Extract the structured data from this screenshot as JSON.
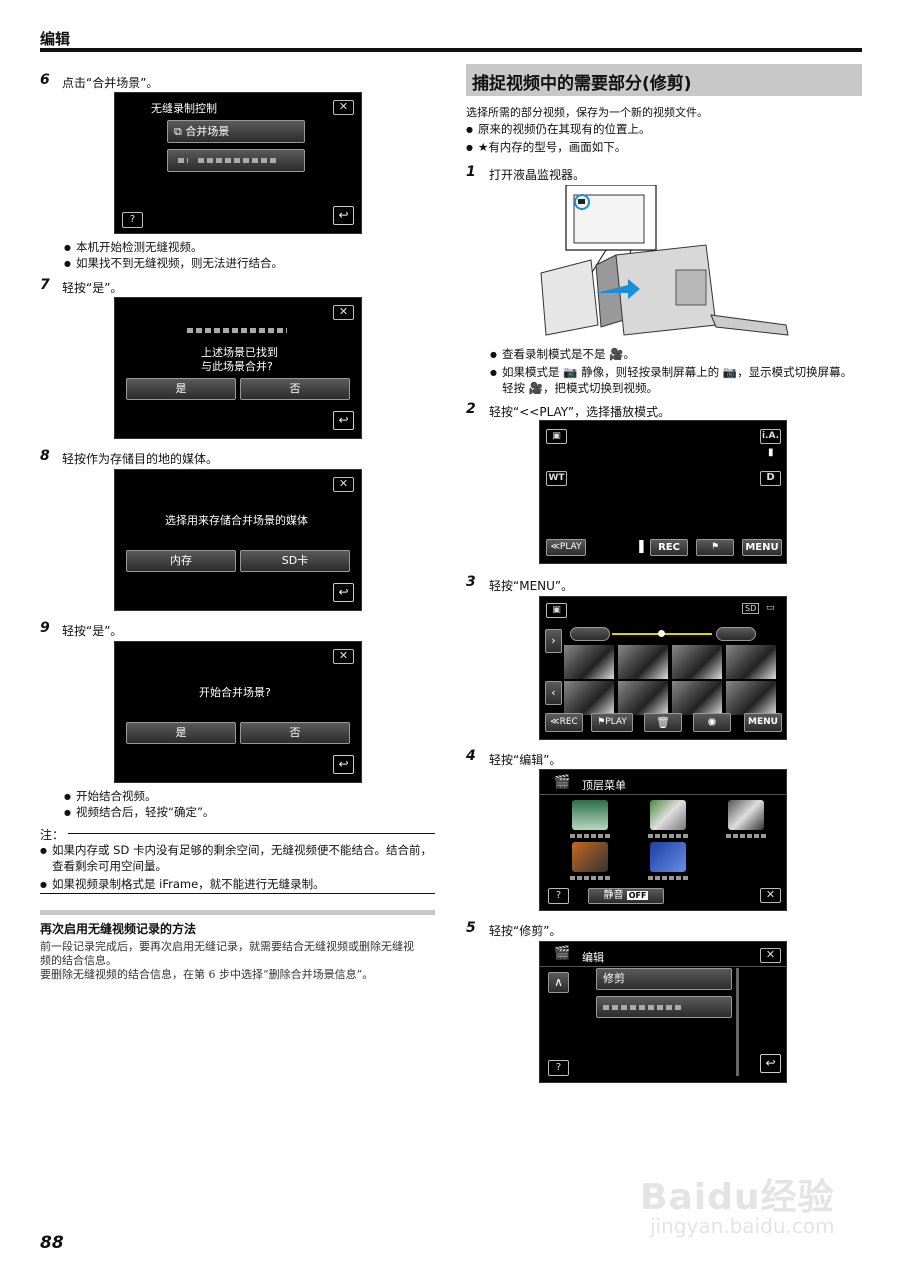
{
  "header": {
    "title": "编辑"
  },
  "left": {
    "step6": {
      "num": "6",
      "text": "点击“合并场景”。",
      "screen_title": "无缝录制控制",
      "merge_label": "合并场景",
      "bullets": [
        "本机开始检测无缝视频。",
        "如果找不到无缝视频，则无法进行结合。"
      ]
    },
    "step7": {
      "num": "7",
      "text": "轻按“是”。",
      "msg1": "上述场景已找到",
      "msg2": "与此场景合并?",
      "yes": "是",
      "no": "否"
    },
    "step8": {
      "num": "8",
      "text": "轻按作为存储目的地的媒体。",
      "msg": "选择用来存储合并场景的媒体",
      "internal": "内存",
      "sd": "SD卡"
    },
    "step9": {
      "num": "9",
      "text": "轻按“是”。",
      "msg": "开始合并场景?",
      "yes": "是",
      "no": "否",
      "bullets": [
        "开始结合视频。",
        "视频结合后，轻按“确定”。"
      ]
    },
    "note": {
      "label": "注：",
      "items": [
        "如果内存或 SD 卡内没有足够的剩余空间，无缝视频便不能结合。结合前，",
        "查看剩余可用空间量。",
        "如果视频录制格式是 iFrame，就不能进行无缝录制。"
      ]
    },
    "resume": {
      "title": "再次启用无缝视频记录的方法",
      "lines": [
        "前一段记录完成后，要再次启用无缝记录，就需要结合无缝视频或删除无缝视",
        "频的结合信息。",
        "要删除无缝视频的结合信息，在第 6 步中选择“删除合并场景信息”。"
      ]
    }
  },
  "right": {
    "section_title": "捕捉视频中的需要部分(修剪)",
    "intro": "选择所需的部分视频，保存为一个新的视频文件。",
    "intro_bullets": [
      "原来的视频仍在其现有的位置上。",
      "★有内存的型号，画面如下。"
    ],
    "step1": {
      "num": "1",
      "text": "打开液晶监视器。",
      "bullets": [
        "查看录制模式是不是",
        "如果模式是",
        "静像，则轻按录制屏幕上的",
        "，显示模式切换屏幕。",
        "轻按",
        "，把模式切换到视频。"
      ]
    },
    "step2": {
      "num": "2",
      "text": "轻按“<<PLAY”，选择播放模式。",
      "ia": "i.A.",
      "wt": "WT",
      "d": "D",
      "play": "≪PLAY",
      "rec": "REC",
      "menu": "MENU"
    },
    "step3": {
      "num": "3",
      "text": "轻按“MENU”。",
      "sd": "SD",
      "rec": "≪REC",
      "play": "PLAY",
      "menu": "MENU"
    },
    "step4": {
      "num": "4",
      "text": "轻按“编辑”。",
      "screen_title": "顶层菜单",
      "mute": "静音",
      "off": "OFF"
    },
    "step5": {
      "num": "5",
      "text": "轻按“修剪”。",
      "screen_title": "编辑",
      "trim": "修剪"
    }
  },
  "footer": {
    "page": "88"
  },
  "watermark": {
    "brand": "Baidu经验",
    "url": "jingyan.baidu.com"
  }
}
